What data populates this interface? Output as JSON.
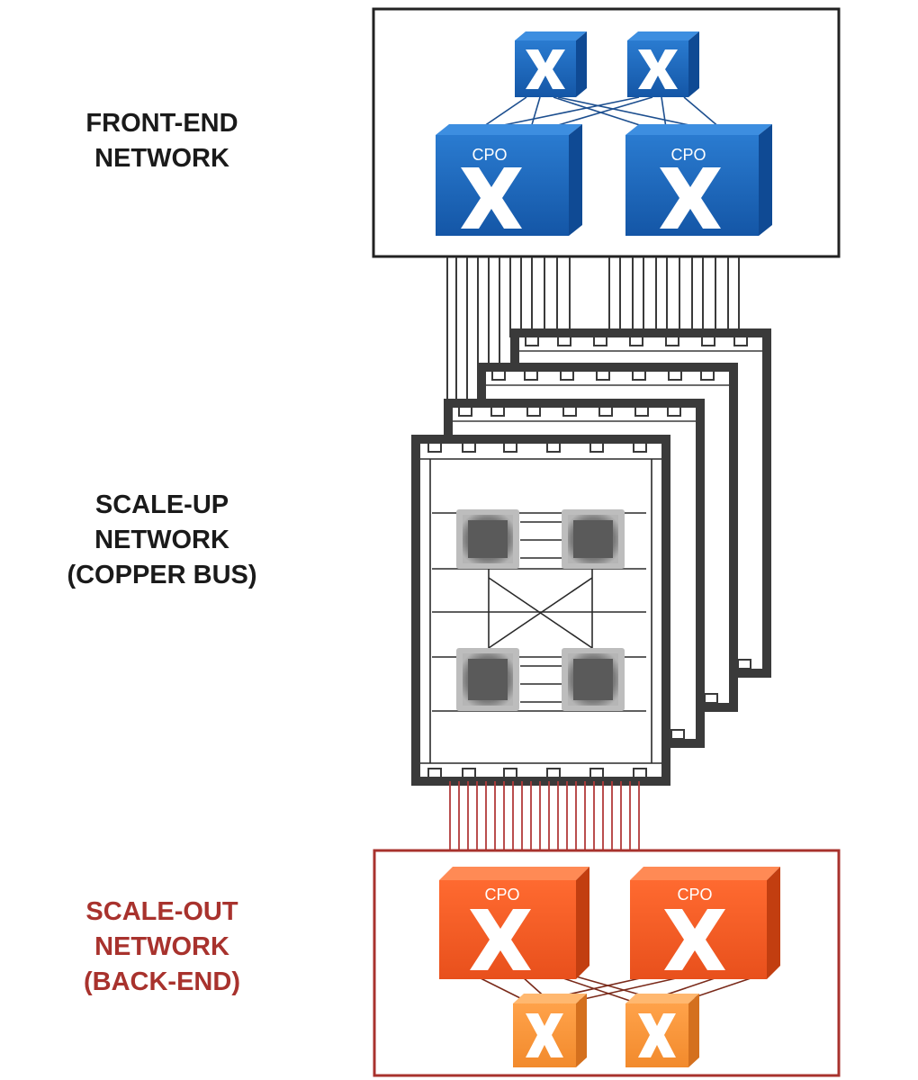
{
  "labels": {
    "front_end": {
      "line1": "FRONT-END",
      "line2": "NETWORK"
    },
    "scale_up": {
      "line1": "SCALE-UP",
      "line2": "NETWORK",
      "line3": "(COPPER BUS)"
    },
    "scale_out": {
      "line1": "SCALE-OUT",
      "line2": "NETWORK",
      "line3": "(BACK-END)"
    }
  },
  "switch_labels": {
    "front_big_left": "CPO",
    "front_big_right": "CPO",
    "back_big_left": "CPO",
    "back_big_right": "CPO"
  },
  "colors": {
    "front_end_switch": "#1763b8",
    "scale_out_switch": "#ee5a24",
    "scale_out_label": "#a8322d",
    "copper_bus_frame": "#3a3a3a",
    "chip": "#6b6b6b",
    "fiber_red": "#b33a3a"
  },
  "icons": {
    "switch": "crossbar-x-icon",
    "chip": "gpu-chip-icon"
  },
  "counts": {
    "copper_bus_boards": 4,
    "chips_per_board": 4,
    "front_end_small_switches": 2,
    "front_end_cpo_switches": 2,
    "scale_out_cpo_switches": 2,
    "scale_out_small_switches": 2
  }
}
